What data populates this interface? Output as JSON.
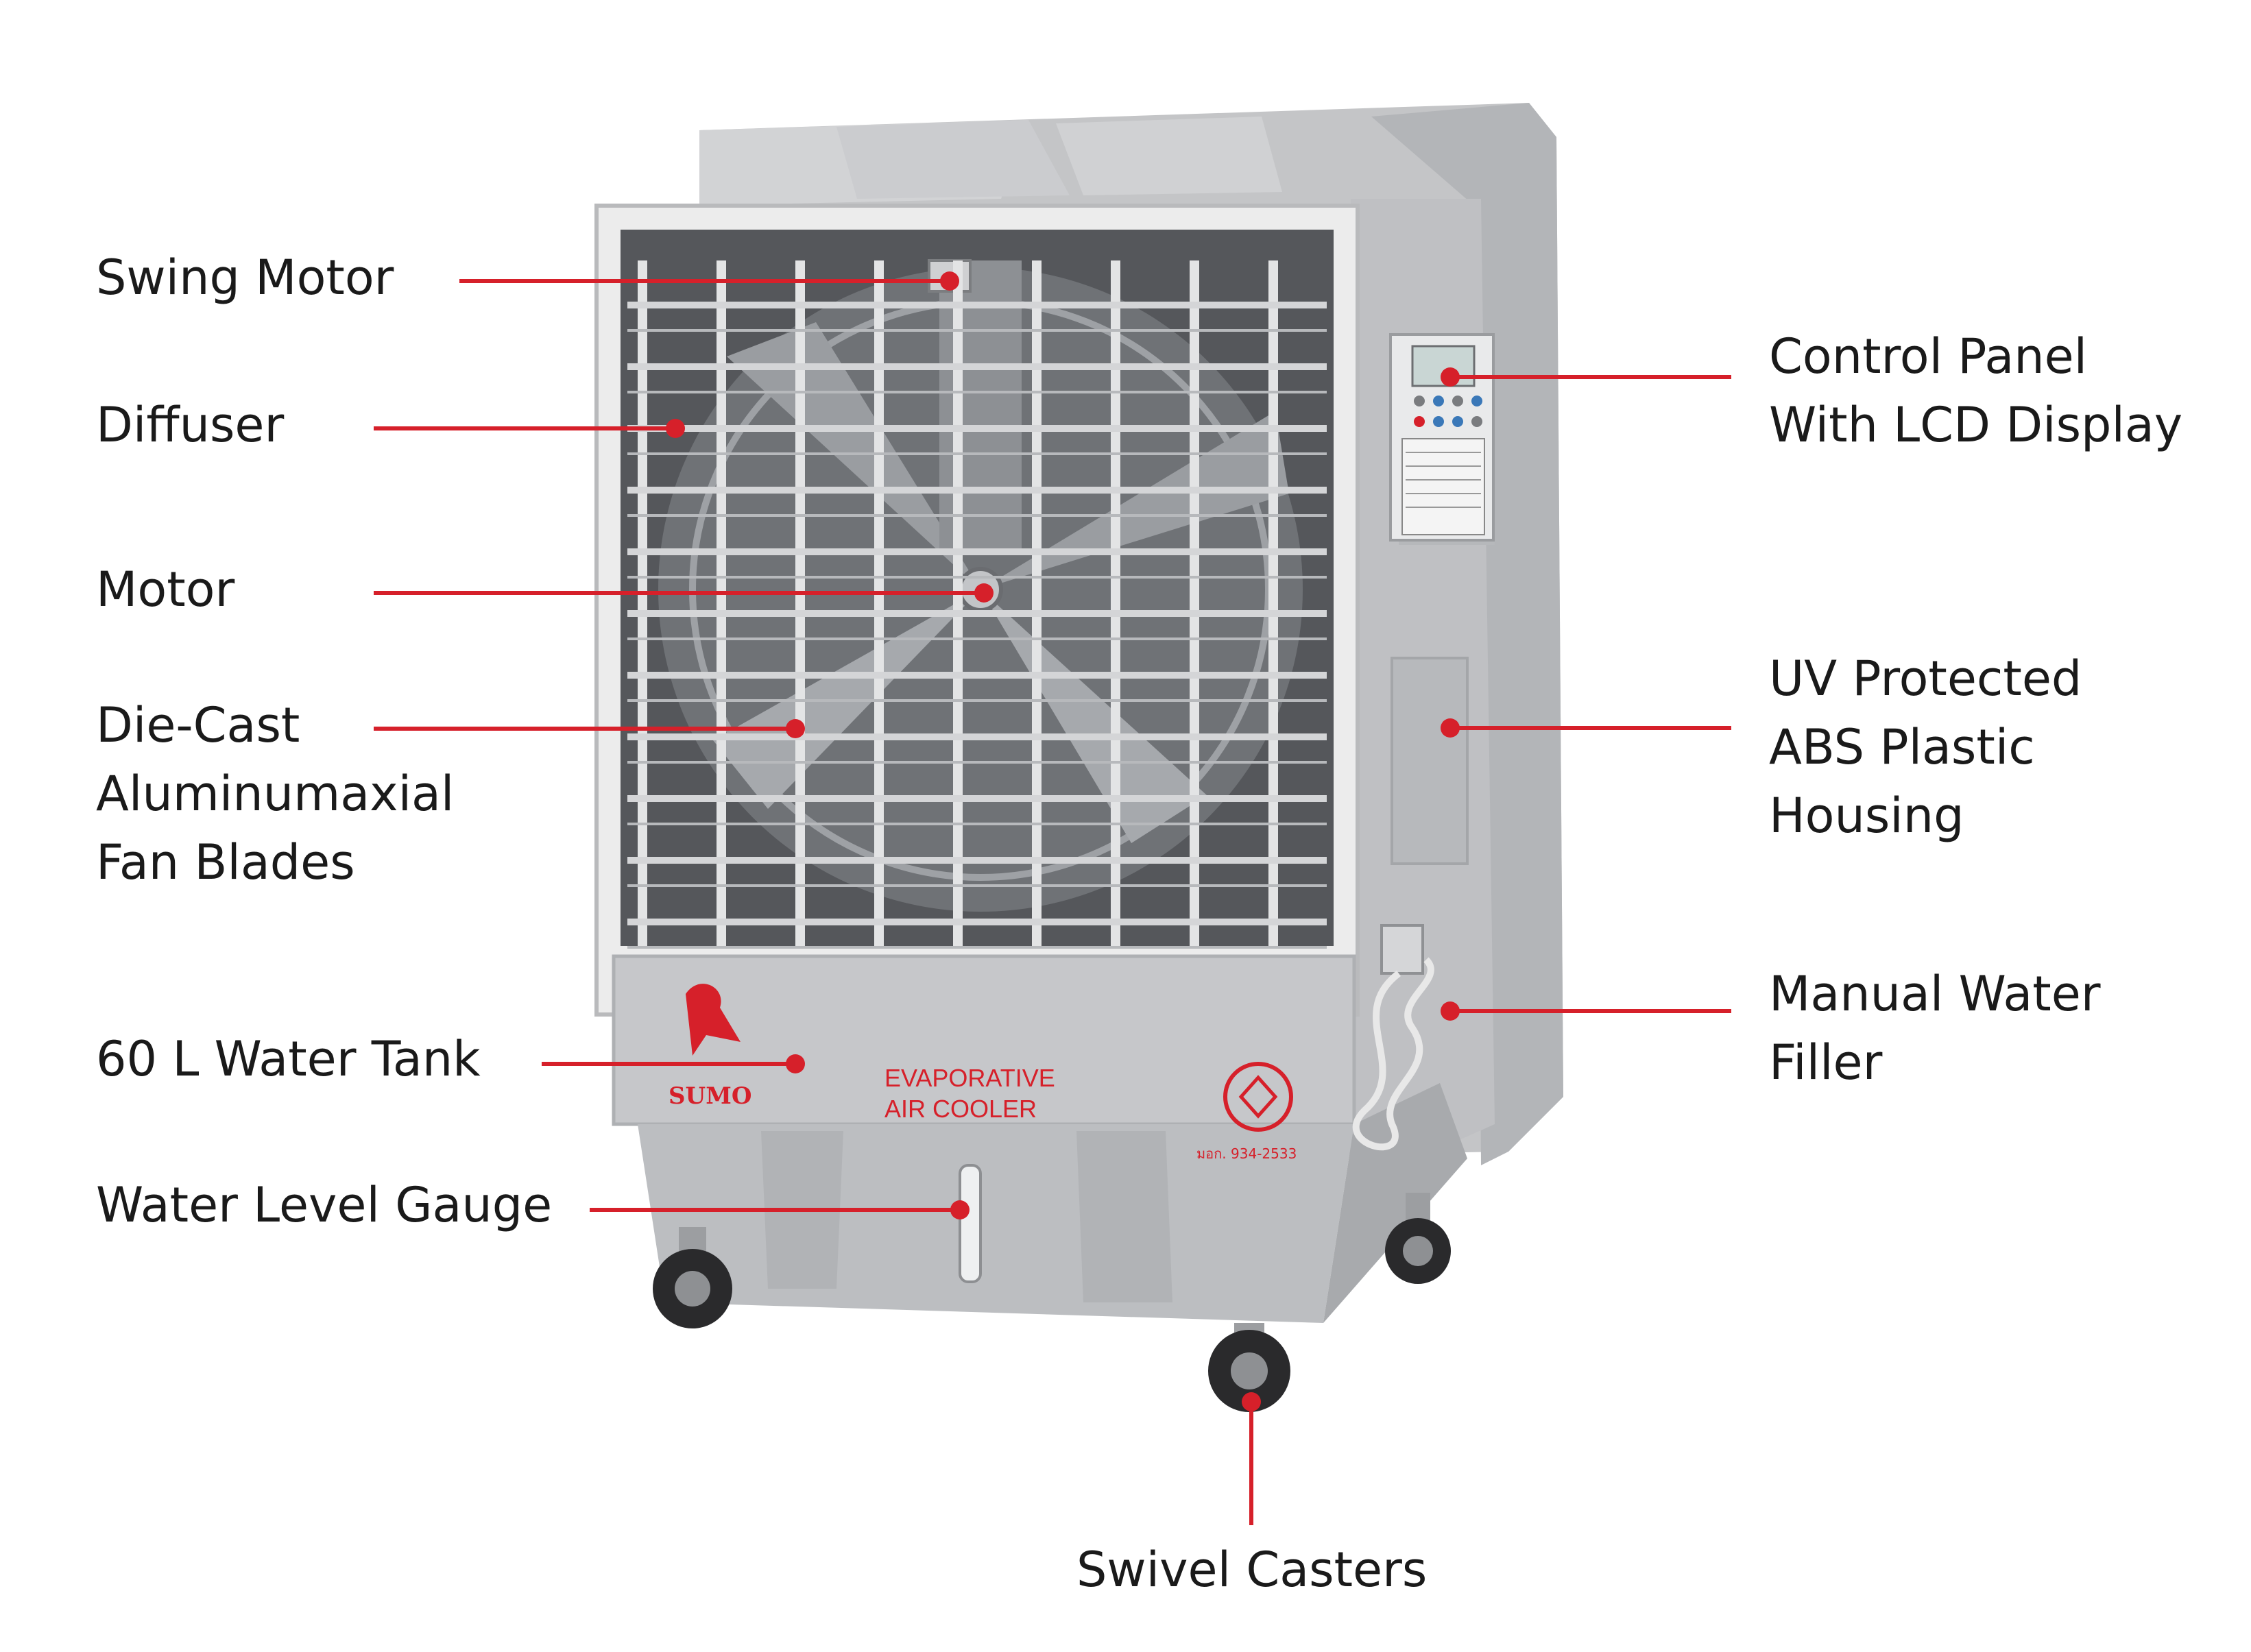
{
  "colors": {
    "callout": "#d6202a",
    "body": "#c9cacc",
    "body_dark": "#a9abae",
    "frame": "#e8e8e8",
    "brand": "#d6202a"
  },
  "labels": {
    "swing_motor": "Swing Motor",
    "diffuser": "Diffuser",
    "motor": "Motor",
    "fan_blades": [
      "Die-Cast",
      "Aluminumaxial",
      "Fan Blades"
    ],
    "water_tank": "60 L Water Tank",
    "water_gauge": "Water Level Gauge",
    "control_panel": [
      "Control Panel",
      "With LCD Display"
    ],
    "housing": [
      "UV Protected",
      "ABS Plastic",
      "Housing"
    ],
    "water_filler": [
      "Manual Water",
      "Filler"
    ],
    "casters": "Swivel Casters"
  },
  "product": {
    "brand": "SUMO",
    "title_line1": "EVAPORATIVE",
    "title_line2": "AIR COOLER",
    "standard": "มอก. 934-2533"
  }
}
